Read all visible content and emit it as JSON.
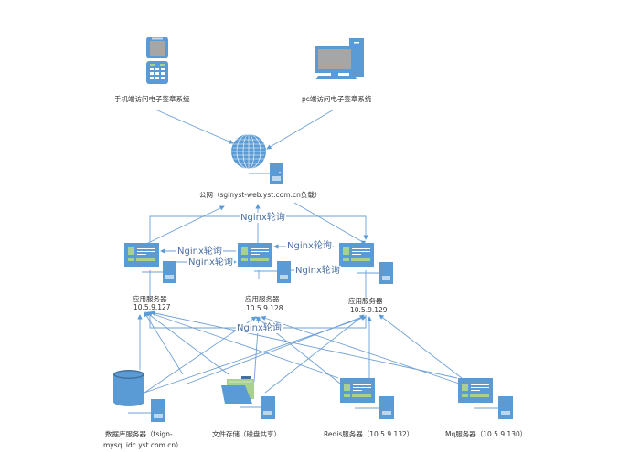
{
  "colors": {
    "primary": "#5b9bd5",
    "dark": "#41719c",
    "green": "#a9d18e",
    "line": "#6fa0d6",
    "text": "#333333",
    "nginx_text": "#4a6fa5"
  },
  "clients": {
    "mobile": {
      "label": "手机端访问电子签章系统",
      "icon": "mobile-phone-icon"
    },
    "pc": {
      "label": "pc端访问电子签章系统",
      "icon": "desktop-computer-icon"
    }
  },
  "internet": {
    "label": "公网（sginyst-web.yst.com.cn负载）",
    "icon": "globe-icon"
  },
  "load_balancing": {
    "top": "Nginx轮询",
    "left_to_mid_back": "Nginx轮询",
    "left_to_mid": "Nginx轮询",
    "right_to_mid": "Nginx轮询",
    "mid_to_right": "Nginx轮询",
    "bottom": "Nginx轮询"
  },
  "app_servers": [
    {
      "title": "应用服务器",
      "ip": "10.5.9.127"
    },
    {
      "title": "应用服务器",
      "ip": "10.5.9.128"
    },
    {
      "title": "应用服务器",
      "ip": "10.5.9.129"
    }
  ],
  "backend": {
    "database": {
      "label_line1": "数据库服务器（tsign-",
      "label_line2": "mysql.idc.yst.com.cn）",
      "icon": "database-icon"
    },
    "file_storage": {
      "label": "文件存储（磁盘共享）",
      "icon": "folder-icon"
    },
    "redis": {
      "label": "Redis服务器（10.5.9.132）",
      "icon": "server-window-icon"
    },
    "mq": {
      "label": "Mq服务器（10.5.9.130）",
      "icon": "server-window-icon"
    }
  }
}
